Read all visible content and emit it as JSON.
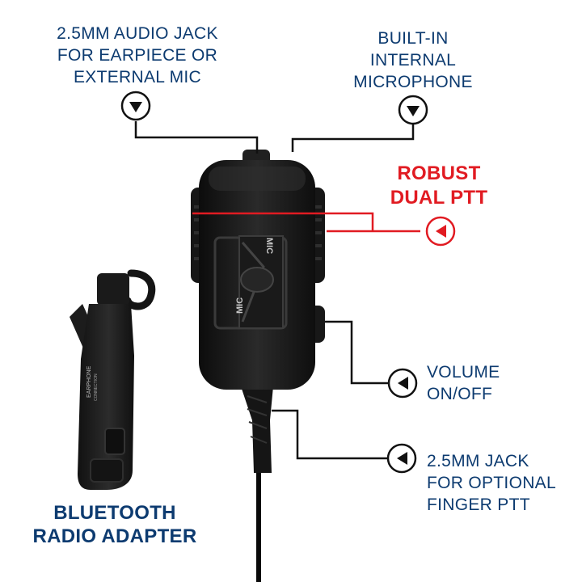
{
  "callouts": {
    "audio_jack": [
      "2.5MM AUDIO JACK",
      "FOR EARPIECE OR",
      "EXTERNAL MIC"
    ],
    "microphone": [
      "BUILT-IN",
      "INTERNAL",
      "MICROPHONE"
    ],
    "ptt": [
      "ROBUST",
      "DUAL PTT"
    ],
    "volume": [
      "VOLUME",
      "ON/OFF"
    ],
    "finger_ptt": [
      "2.5MM JACK",
      "FOR OPTIONAL",
      "FINGER PTT"
    ],
    "adapter": [
      "BLUETOOTH",
      "RADIO ADAPTER"
    ]
  },
  "device": {
    "mic_label_top": "MIC",
    "mic_label_bottom": "MIC",
    "brand": "EARPHONE",
    "brand_sub": "CONNECTION"
  },
  "colors": {
    "navy": "#0d3b70",
    "red": "#e11b22",
    "body": "#1c1c1c"
  }
}
